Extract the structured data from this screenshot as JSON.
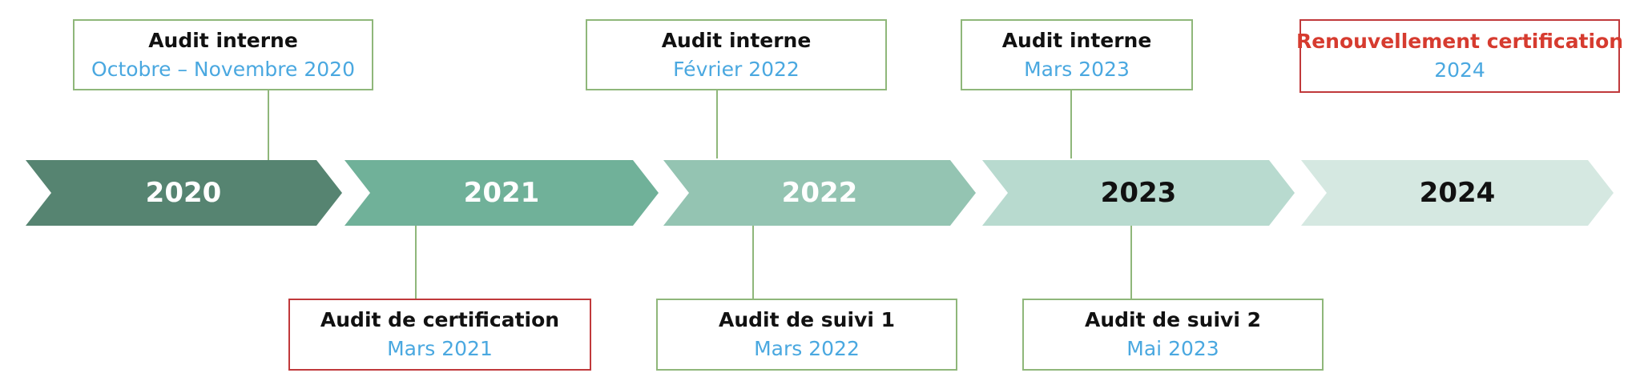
{
  "colors": {
    "chevron_2020": "#568471",
    "chevron_2021": "#70b199",
    "chevron_2022": "#94c4b2",
    "chevron_2023": "#b8dacf",
    "chevron_2024": "#d5e8e1",
    "label_light": "#ffffff",
    "label_dark": "#111111",
    "box_border": "#8fb77a",
    "box_border_highlight": "#c0393b",
    "title_red": "#d63b2f",
    "date_blue": "#4aa8e0",
    "connector": "#8fb77a"
  },
  "timeline": {
    "years": [
      "2020",
      "2021",
      "2022",
      "2023",
      "2024"
    ]
  },
  "events": {
    "audit_interne_2020": {
      "title": "Audit interne",
      "date": "Octobre – Novembre 2020"
    },
    "audit_certification_2021": {
      "title": "Audit de certification",
      "date": "Mars 2021"
    },
    "audit_interne_2022": {
      "title": "Audit interne",
      "date": "Février 2022"
    },
    "audit_suivi_1": {
      "title": "Audit de suivi 1",
      "date": "Mars 2022"
    },
    "audit_interne_2023": {
      "title": "Audit interne",
      "date": "Mars 2023"
    },
    "audit_suivi_2": {
      "title": "Audit de suivi 2",
      "date": "Mai 2023"
    },
    "renouvellement_2024": {
      "title": "Renouvellement certification",
      "date": "2024"
    }
  }
}
